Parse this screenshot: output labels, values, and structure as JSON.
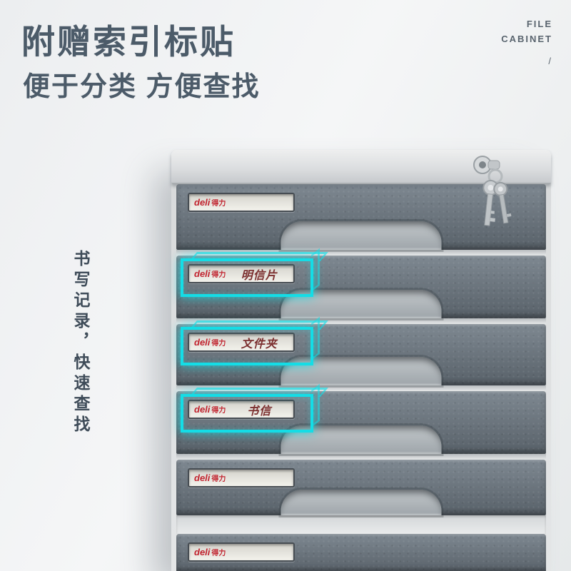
{
  "header": {
    "title": "附赠索引标贴",
    "subtitle": "便于分类 方便查找",
    "corner": {
      "line1": "FILE",
      "line2": "CABINET",
      "slash": "/"
    }
  },
  "side_note": "书写记录，快速查找",
  "cabinet": {
    "brand": {
      "latin": "deli",
      "cn": "得力"
    },
    "drawers": [
      {
        "label": "",
        "highlighted": false
      },
      {
        "label": "明信片",
        "highlighted": true
      },
      {
        "label": "文件夹",
        "highlighted": true
      },
      {
        "label": "书信",
        "highlighted": true
      },
      {
        "label": "",
        "highlighted": false
      },
      {
        "label": "",
        "highlighted": false
      }
    ]
  },
  "icons": {
    "lock": "lock-and-keys-icon"
  },
  "colors": {
    "accent_cyan": "#14dde6",
    "brand_red": "#c2242f",
    "title_color": "#4c5b69",
    "side_note_color": "#3e4b58",
    "label_ink": "#7c2f2f"
  }
}
